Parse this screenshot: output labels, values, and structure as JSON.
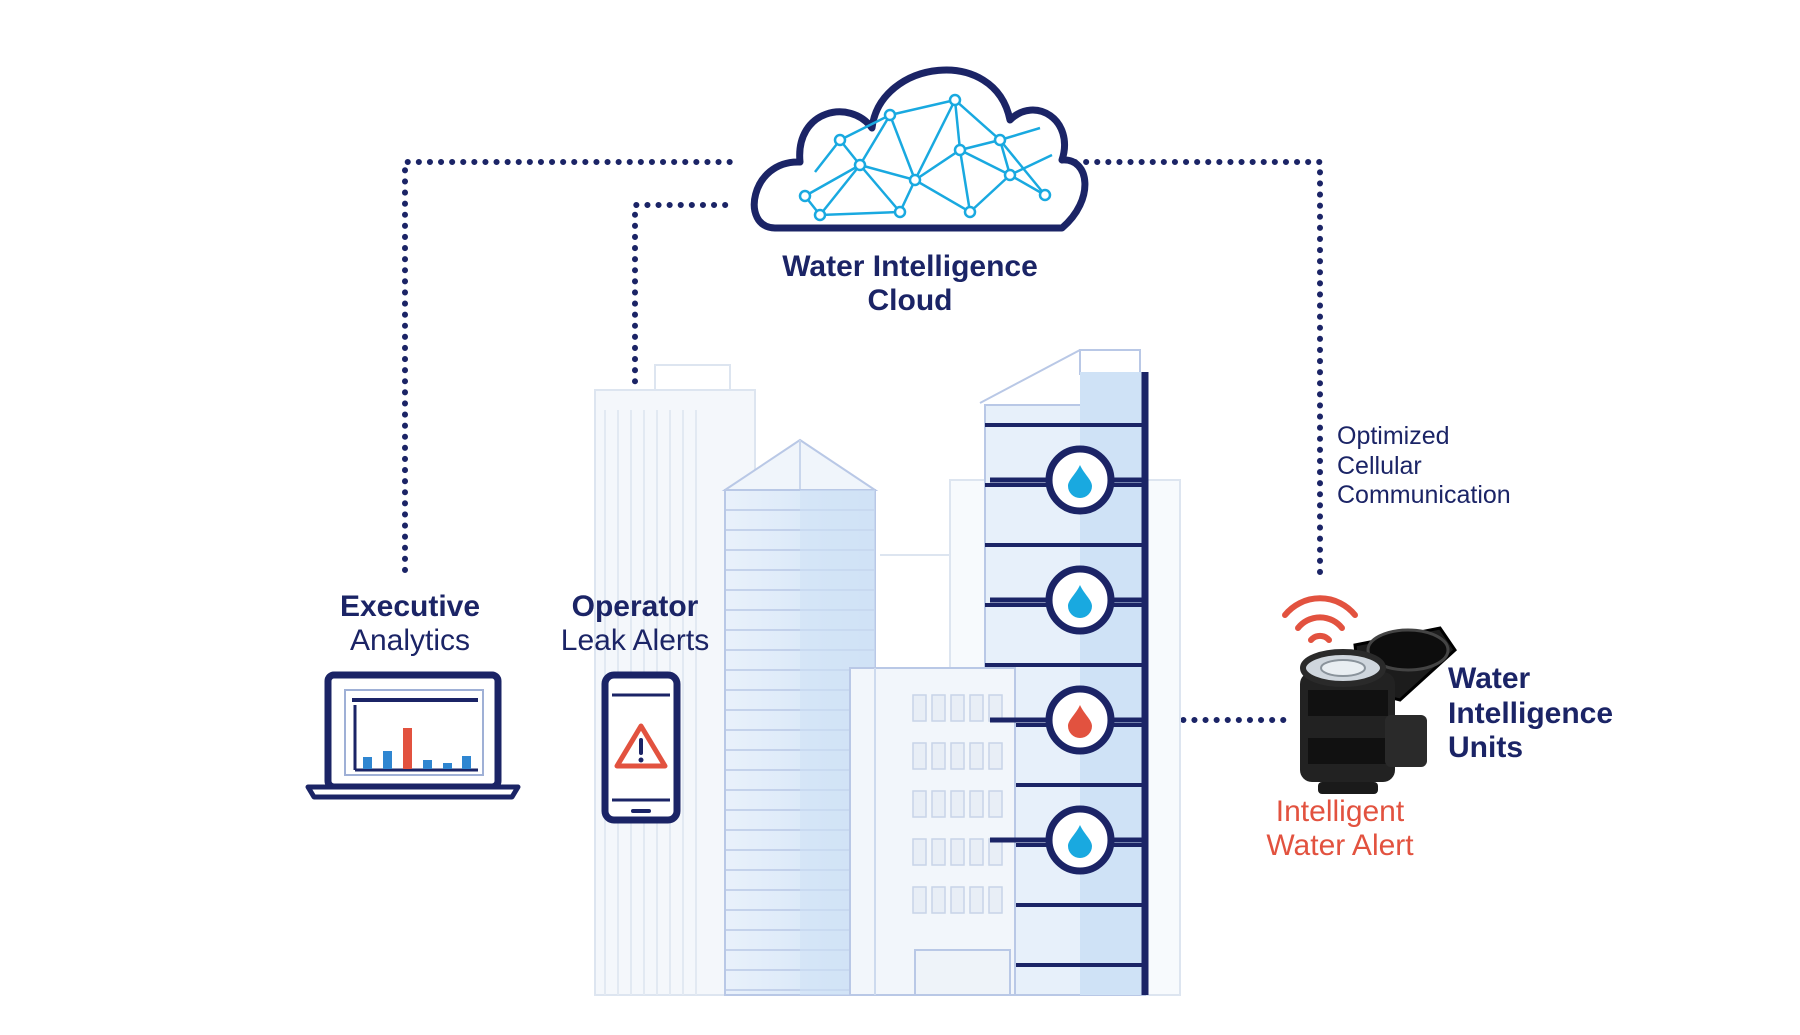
{
  "labels": {
    "cloud": {
      "line1": "Water Intelligence",
      "line2": "Cloud"
    },
    "executive": {
      "title": "Executive",
      "subtitle": "Analytics"
    },
    "operator": {
      "title": "Operator",
      "subtitle": "Leak Alerts"
    },
    "cellular": {
      "line1": "Optimized",
      "line2": "Cellular",
      "line3": "Communication"
    },
    "units": {
      "line1": "Water",
      "line2": "Intelligence",
      "line3": "Units"
    },
    "alert": {
      "line1": "Intelligent",
      "line2": "Water Alert"
    }
  },
  "sensors": [
    {
      "id": 1,
      "state": "normal"
    },
    {
      "id": 2,
      "state": "normal"
    },
    {
      "id": 3,
      "state": "alert"
    },
    {
      "id": 4,
      "state": "normal"
    }
  ],
  "colors": {
    "navy": "#1b2466",
    "cyan": "#19a9e0",
    "alert_red": "#e2523f",
    "building_light": "#dbe9f8",
    "building_line": "#b9c8e6",
    "bar_blue": "#2f86d1"
  }
}
